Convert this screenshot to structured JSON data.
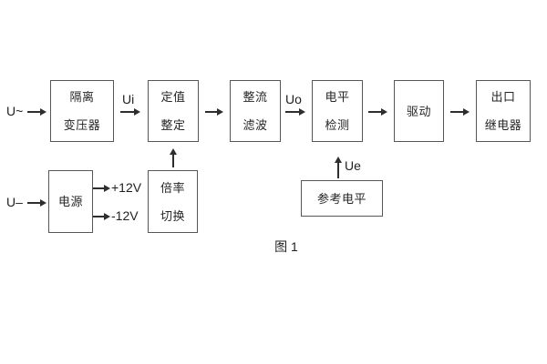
{
  "figure": {
    "caption": "图 1"
  },
  "colors": {
    "background": "#ffffff",
    "box_border": "#575757",
    "text": "#262626",
    "arrow": "#2e2e2e"
  },
  "blocks": [
    {
      "name": "isolation-transformer",
      "lines": [
        "隔离",
        "变压器"
      ]
    },
    {
      "name": "setpoint-adjustment",
      "lines": [
        "定值",
        "整定"
      ]
    },
    {
      "name": "rectifier-filter",
      "lines": [
        "整流",
        "滤波"
      ]
    },
    {
      "name": "level-detection",
      "lines": [
        "电平",
        "检测"
      ]
    },
    {
      "name": "driver",
      "lines": [
        "驱动"
      ]
    },
    {
      "name": "output-relay",
      "lines": [
        "出口",
        "继电器"
      ]
    },
    {
      "name": "power-supply",
      "lines": [
        "电源"
      ]
    },
    {
      "name": "ratio-switching",
      "lines": [
        "倍率",
        "切换"
      ]
    },
    {
      "name": "reference-level",
      "lines": [
        "参考电平"
      ]
    }
  ],
  "labels": {
    "input_ac": "U~",
    "input_dc": "U–",
    "signal_ui": "Ui",
    "signal_uo": "Uo",
    "signal_ue": "Ue",
    "rail_pos": "+12V",
    "rail_neg": "-12V"
  }
}
